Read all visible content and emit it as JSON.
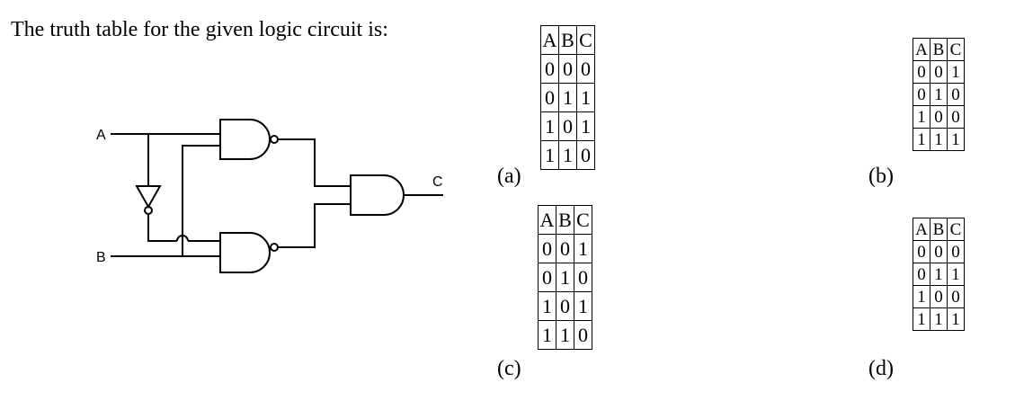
{
  "question": "The truth table for the given logic circuit is:",
  "circuit": {
    "label_a": "A",
    "label_b": "B",
    "label_c": "C"
  },
  "options": [
    {
      "label": "(a)",
      "header": [
        "A",
        "B",
        "C"
      ],
      "rows": [
        [
          "0",
          "0",
          "0"
        ],
        [
          "0",
          "1",
          "1"
        ],
        [
          "1",
          "0",
          "1"
        ],
        [
          "1",
          "1",
          "0"
        ]
      ]
    },
    {
      "label": "(b)",
      "header": [
        "A",
        "B",
        "C"
      ],
      "rows": [
        [
          "0",
          "0",
          "1"
        ],
        [
          "0",
          "1",
          "0"
        ],
        [
          "1",
          "0",
          "0"
        ],
        [
          "1",
          "1",
          "1"
        ]
      ]
    },
    {
      "label": "(c)",
      "header": [
        "A",
        "B",
        "C"
      ],
      "rows": [
        [
          "0",
          "0",
          "1"
        ],
        [
          "0",
          "1",
          "0"
        ],
        [
          "1",
          "0",
          "1"
        ],
        [
          "1",
          "1",
          "0"
        ]
      ]
    },
    {
      "label": "(d)",
      "header": [
        "A",
        "B",
        "C"
      ],
      "rows": [
        [
          "0",
          "0",
          "0"
        ],
        [
          "0",
          "1",
          "1"
        ],
        [
          "1",
          "0",
          "0"
        ],
        [
          "1",
          "1",
          "1"
        ]
      ]
    }
  ]
}
